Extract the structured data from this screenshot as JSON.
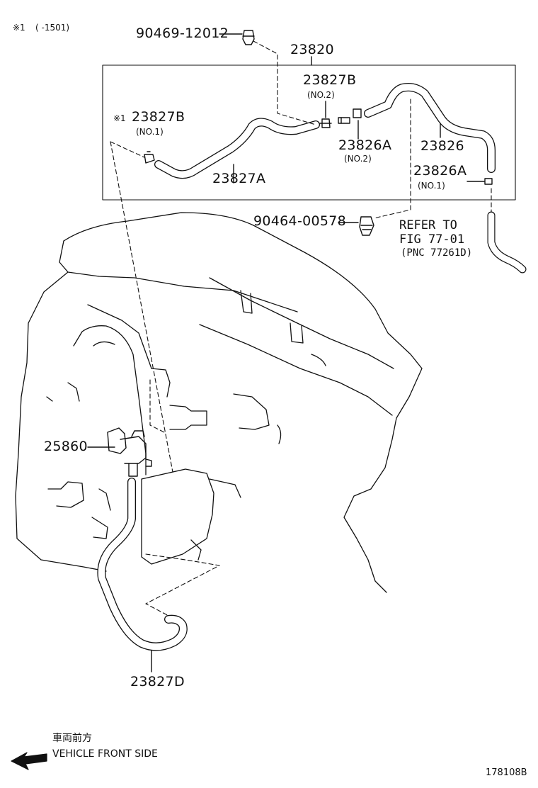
{
  "note": {
    "mark": "※1",
    "range": "( -1501)"
  },
  "parts": {
    "p90469": "90469-12012",
    "p23820": "23820",
    "p23827b_top": "23827B",
    "p23827b_top_sub": "(NO.2)",
    "p23827b_left_mark": "※1",
    "p23827b_left": "23827B",
    "p23827b_left_sub": "(NO.1)",
    "p23826a_mid": "23826A",
    "p23826a_mid_sub": "(NO.2)",
    "p23826": "23826",
    "p23826a_right": "23826A",
    "p23826a_right_sub": "(NO.1)",
    "p23827a": "23827A",
    "p90464": "90464-00578",
    "p25860": "25860",
    "p23827d": "23827D"
  },
  "reference": {
    "line1": "REFER TO",
    "line2": "FIG 77-01",
    "line3": "(PNC 77261D)"
  },
  "direction": {
    "jp": "車両前方",
    "en": "VEHICLE FRONT SIDE",
    "icon": "arrow-left-icon"
  },
  "figure_id": "178108B"
}
